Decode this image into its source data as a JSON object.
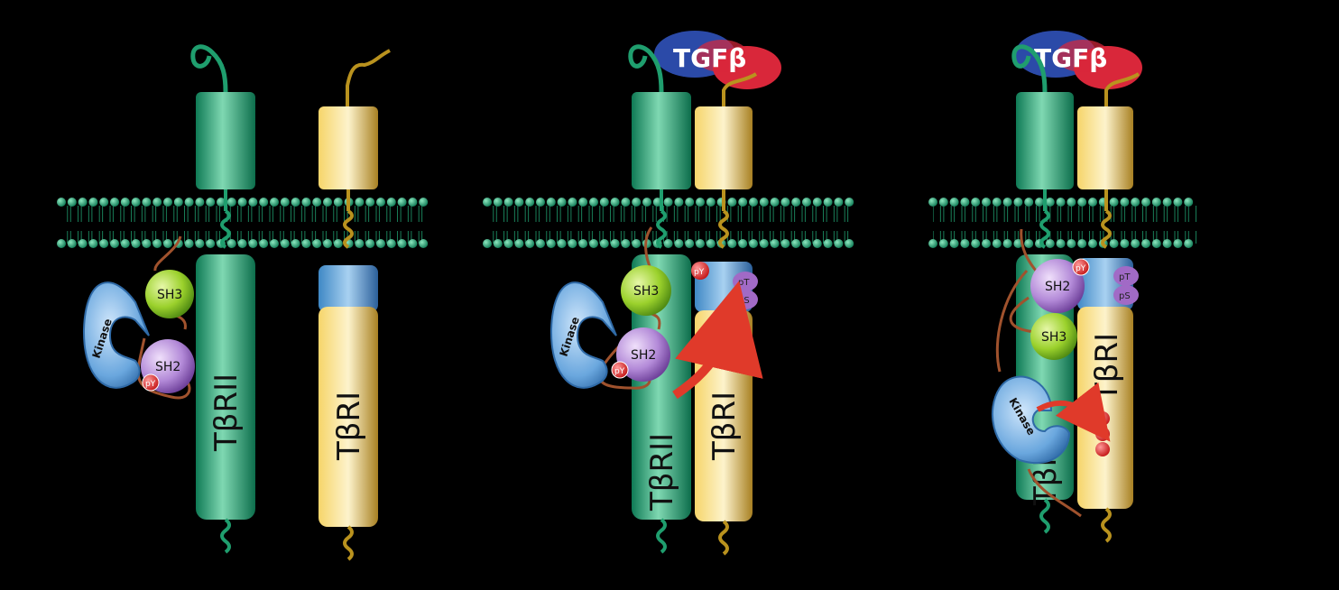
{
  "labels": {
    "ligand": "TGFβ",
    "receptor_ii": "TβRII",
    "receptor_i": "TβRI",
    "kinase": "Kinase",
    "sh3": "SH3",
    "sh2": "SH2",
    "py": "pY",
    "pt": "pT",
    "ps": "pS"
  },
  "colors": {
    "background": "#000000",
    "membrane": "#1f9e6e",
    "receptor_ii": "#1f9e6e",
    "receptor_i": "#f2cf5a",
    "kinase_domain": "#3f88c5",
    "ligand_blue": "#2b4aa8",
    "ligand_red": "#d9273a",
    "sh3": "#9bd12c",
    "sh2": "#a16ac6",
    "phospho": "#e02626",
    "arrow": "#e03a2a",
    "linker": "#a0522d"
  },
  "icons": [
    "membrane-bilayer",
    "receptor-cylinder",
    "kinase-c-shape",
    "sh3-sphere",
    "sh2-sphere",
    "phospho-badge",
    "activation-arrow",
    "ligand-cloud"
  ]
}
